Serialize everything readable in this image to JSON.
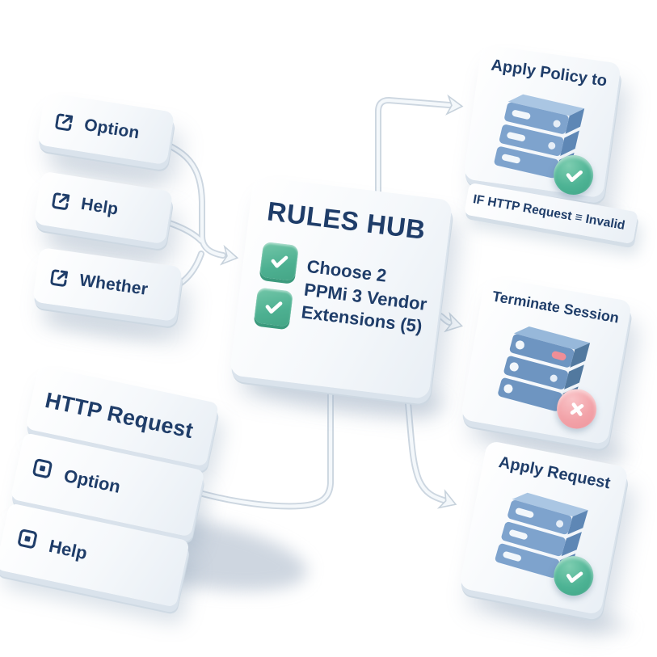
{
  "colors": {
    "text_navy": "#1f3d69",
    "card_face": "#f5f8fb",
    "card_depth": "#cdd8e2",
    "connector_tube": "#f4f8fb",
    "connector_outline": "#ccd6e0",
    "checkbox_green": "#4db091",
    "badge_green": "#4db394",
    "badge_pink": "#f2a2a8",
    "server_blue_front": "#7ea3cd",
    "server_blue_top": "#aac6e3",
    "server_blue_side": "#5e87b5",
    "server_dark_front": "#6e95c1",
    "server_dark_top": "#97b8da",
    "server_dark_side": "#52799f"
  },
  "left_options": {
    "items": [
      {
        "label": "Option",
        "icon": "external-link-icon"
      },
      {
        "label": "Help",
        "icon": "external-link-icon"
      },
      {
        "label": "Whether",
        "icon": "external-link-icon"
      }
    ]
  },
  "rules_hub": {
    "title": "RULES HUB",
    "checklist": [
      "Choose 2",
      "PPMi 3 Vendor",
      "Extensions (5)"
    ],
    "checkbox_count": 2
  },
  "outcomes": {
    "policy": {
      "title": "Apply Policy to",
      "badge": "check"
    },
    "terminate": {
      "title": "Terminate Session",
      "badge": "x"
    },
    "request": {
      "title": "Apply Request",
      "badge": "check"
    }
  },
  "condition_label": {
    "text": "IF HTTP Request ≡ Invalid"
  },
  "http_request": {
    "title": "HTTP Request",
    "items": [
      {
        "label": "Option",
        "icon": "stop-square-icon"
      },
      {
        "label": "Help",
        "icon": "stop-square-icon"
      }
    ]
  }
}
